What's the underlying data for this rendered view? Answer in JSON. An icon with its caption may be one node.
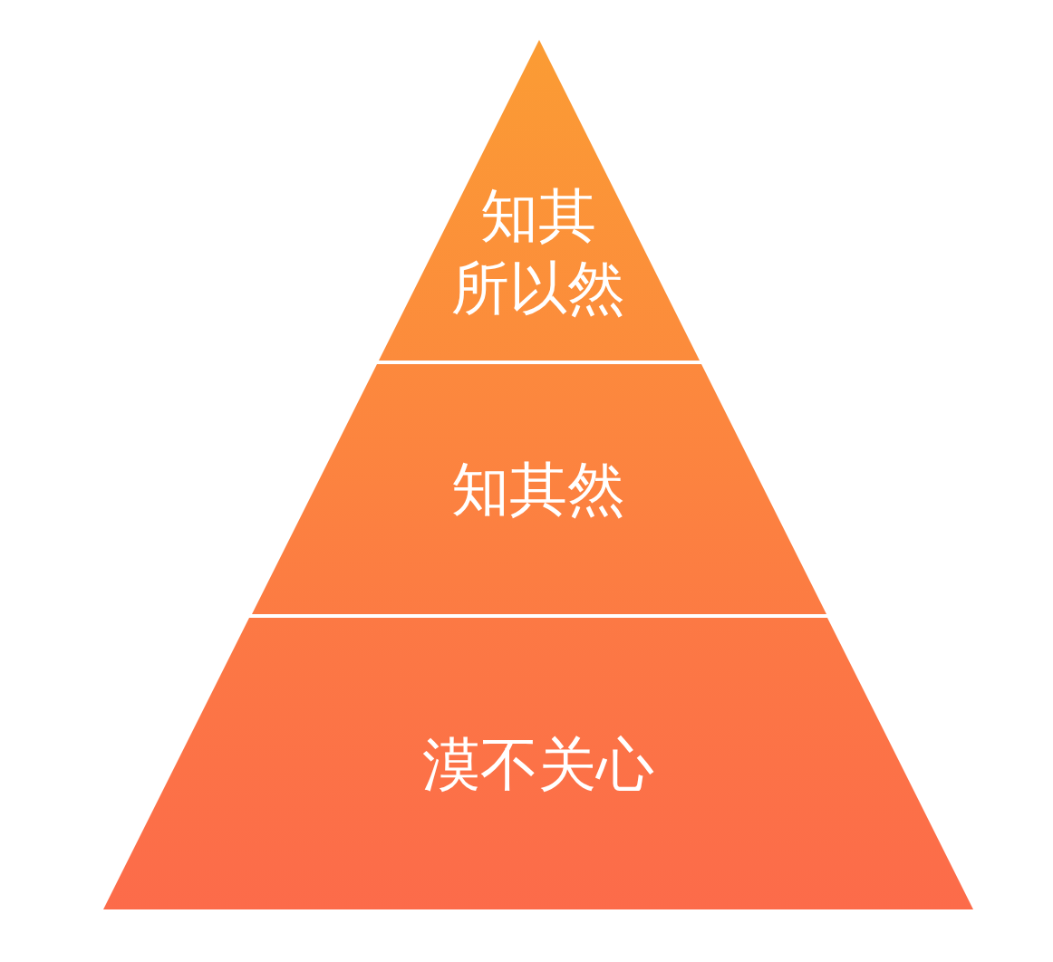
{
  "diagram": {
    "nodes": [
      {
        "text": [
          "知其所以然"
        ]
      },
      {
        "text": [
          "知其然"
        ]
      },
      {
        "text": [
          "漠不关心"
        ]
      }
    ]
  }
}
